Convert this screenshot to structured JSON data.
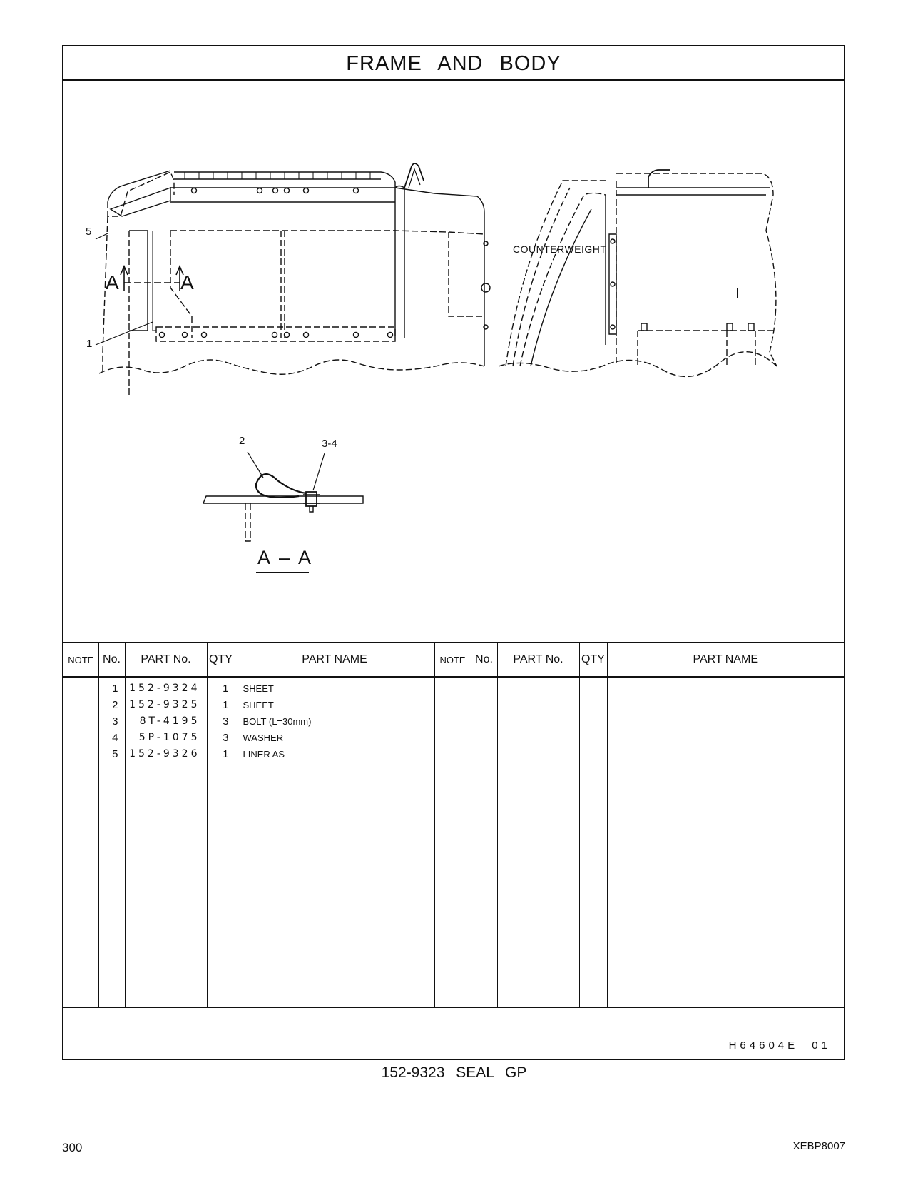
{
  "page": {
    "title": "FRAME AND BODY",
    "subtitle": "152-9323 SEAL GP",
    "page_number": "300",
    "doc_code": "XEBP8007",
    "reference": "H64604E 01"
  },
  "drawing": {
    "callouts": [
      "5",
      "1",
      "2",
      "3-4"
    ],
    "section_marks": [
      "A",
      "A"
    ],
    "section_view_label": "A – A",
    "counterweight_label": "COUNTERWEIGHT"
  },
  "table": {
    "headers": {
      "note": "NOTE",
      "no": "No.",
      "part_no": "PART No.",
      "qty": "QTY",
      "part_name": "PART NAME"
    },
    "rows": [
      {
        "no": "1",
        "part_no": "152-9324",
        "qty": "1",
        "part_name": "SHEET"
      },
      {
        "no": "2",
        "part_no": "152-9325",
        "qty": "1",
        "part_name": "SHEET"
      },
      {
        "no": "3",
        "part_no": "8T-4195",
        "qty": "3",
        "part_name": "BOLT (L=30mm)"
      },
      {
        "no": "4",
        "part_no": "5P-1075",
        "qty": "3",
        "part_name": "WASHER"
      },
      {
        "no": "5",
        "part_no": "152-9326",
        "qty": "1",
        "part_name": "LINER AS"
      }
    ]
  }
}
